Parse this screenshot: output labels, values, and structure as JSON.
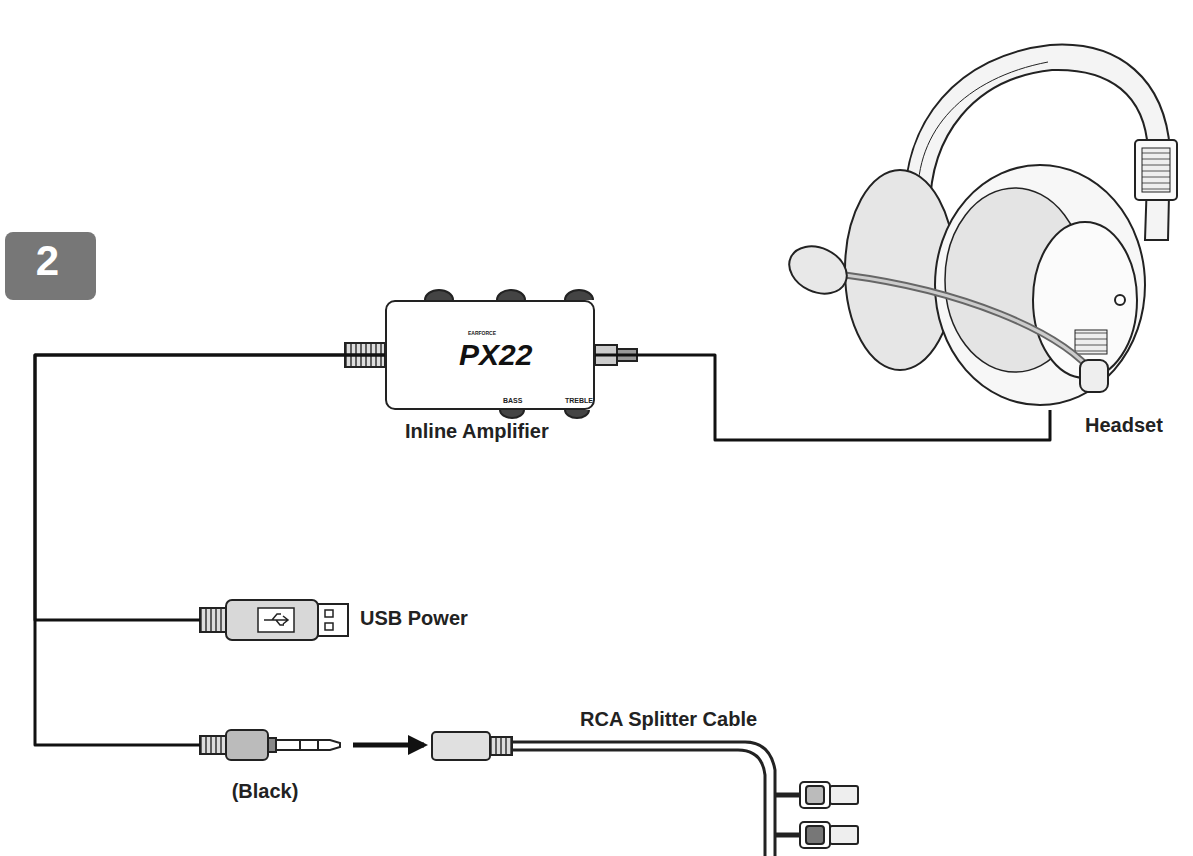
{
  "diagram": {
    "nodes": [
      {
        "text": [
          "2"
        ]
      },
      {
        "text": [
          "PX22",
          "Inline Amplifier"
        ]
      },
      {
        "text": [
          "Headset"
        ]
      },
      {
        "text": [
          "USB Power"
        ]
      },
      {
        "text": [
          "(Black)"
        ]
      },
      {
        "text": [
          "RCA Splitter Cable"
        ]
      }
    ],
    "edges": [
      {
        "from": 1,
        "to": 2,
        "arrow": "none"
      },
      {
        "from": 1,
        "to": 3,
        "arrow": "none"
      },
      {
        "from": 1,
        "to": 4,
        "arrow": "none"
      },
      {
        "from": 4,
        "to": 5,
        "arrow": "to"
      }
    ],
    "labels": [
      "EARFORCE",
      "BASS",
      "TREBLE"
    ]
  }
}
